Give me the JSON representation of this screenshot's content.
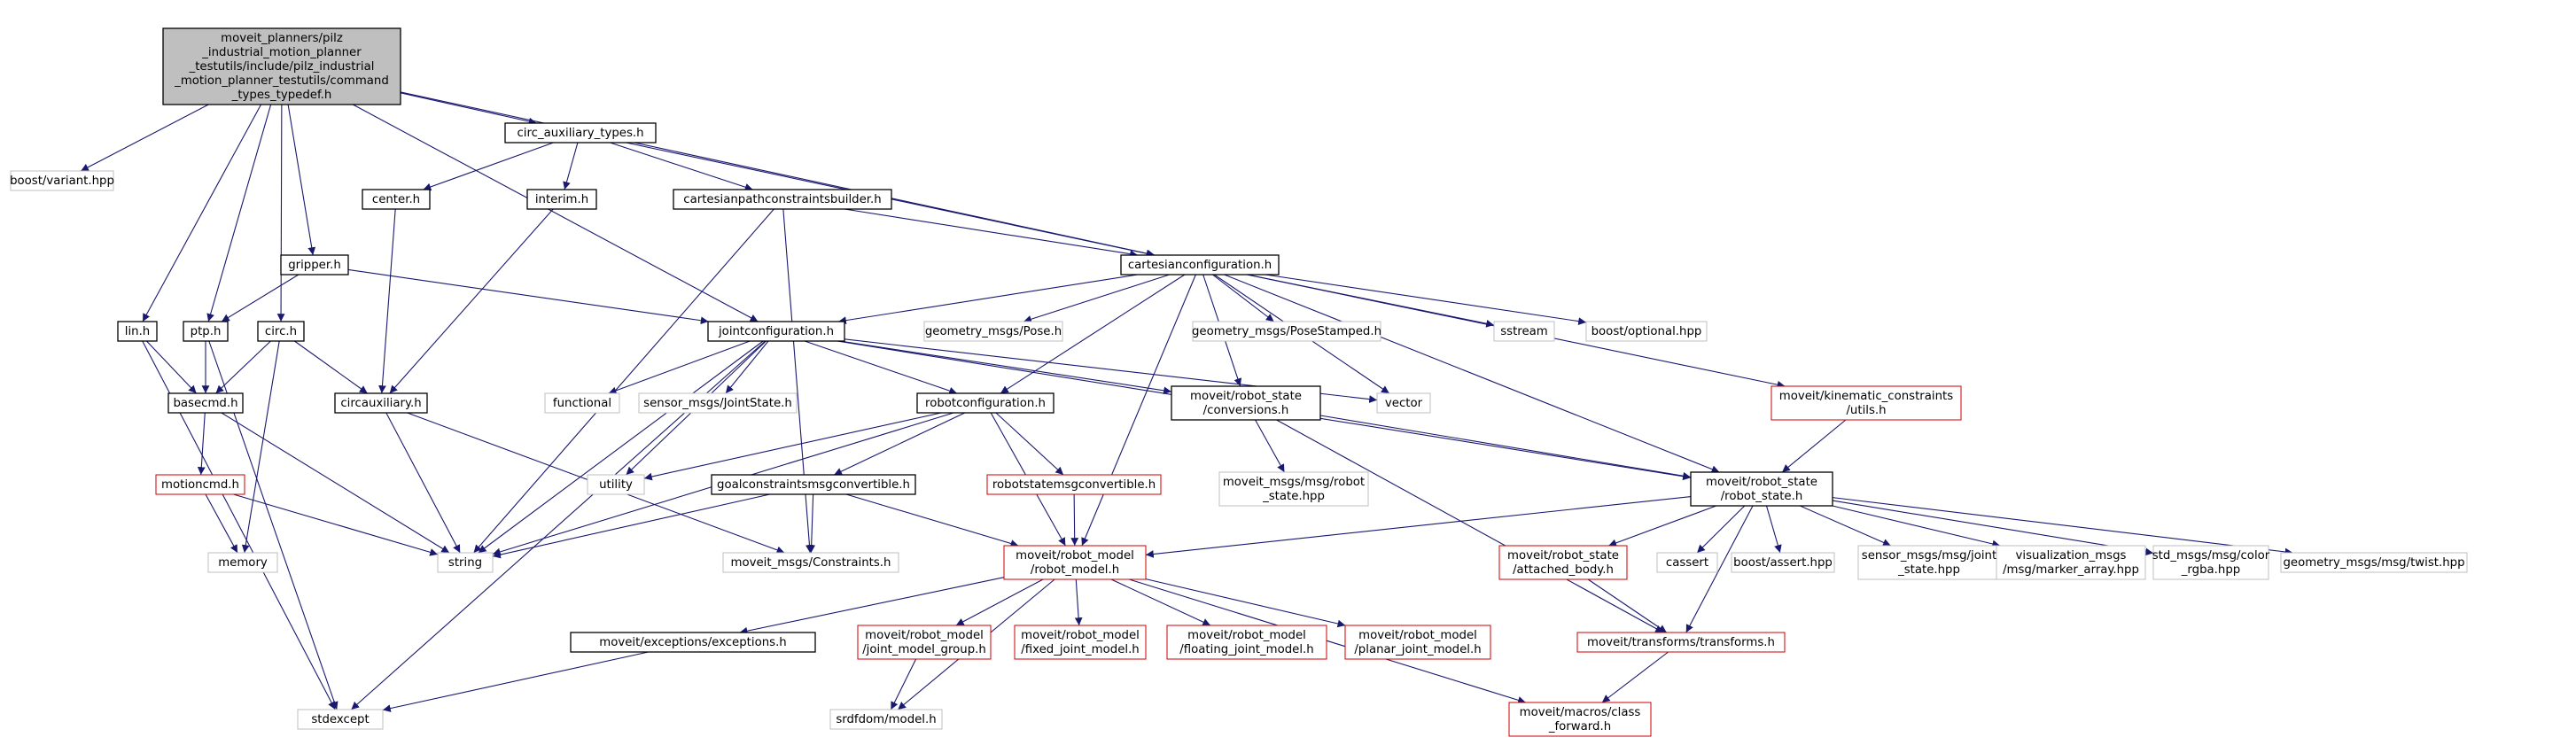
{
  "colors": {
    "edge": "#191970",
    "edge_alt": "#000000",
    "border_doc": "#000000",
    "border_missing": "#cc0000",
    "border_external": "#bfbfbf",
    "fill_root": "#bfbfbf",
    "fill_node": "#ffffff"
  },
  "nodes": [
    {
      "id": "root",
      "style": "root",
      "lines": [
        "moveit_planners/pilz",
        "_industrial_motion_planner",
        "_testutils/include/pilz_industrial",
        "_motion_planner_testutils/command",
        "_types_typedef.h"
      ]
    },
    {
      "id": "boost_variant",
      "style": "external",
      "lines": [
        "boost/variant.hpp"
      ]
    },
    {
      "id": "circ_aux_types",
      "style": "doc",
      "lines": [
        "circ_auxiliary_types.h"
      ]
    },
    {
      "id": "center",
      "style": "doc",
      "lines": [
        "center.h"
      ]
    },
    {
      "id": "interim",
      "style": "doc",
      "lines": [
        "interim.h"
      ]
    },
    {
      "id": "cartpathcb",
      "style": "doc",
      "lines": [
        "cartesianpathconstraintsbuilder.h"
      ]
    },
    {
      "id": "gripper",
      "style": "doc",
      "lines": [
        "gripper.h"
      ]
    },
    {
      "id": "cartconf",
      "style": "doc",
      "lines": [
        "cartesianconfiguration.h"
      ]
    },
    {
      "id": "lin",
      "style": "doc",
      "lines": [
        "lin.h"
      ]
    },
    {
      "id": "ptp",
      "style": "doc",
      "lines": [
        "ptp.h"
      ]
    },
    {
      "id": "circ",
      "style": "doc",
      "lines": [
        "circ.h"
      ]
    },
    {
      "id": "jointconf",
      "style": "doc",
      "lines": [
        "jointconfiguration.h"
      ]
    },
    {
      "id": "geo_pose",
      "style": "external",
      "lines": [
        "geometry_msgs/Pose.h"
      ]
    },
    {
      "id": "geo_posest",
      "style": "external",
      "lines": [
        "geometry_msgs/PoseStamped.h"
      ]
    },
    {
      "id": "sstream",
      "style": "external",
      "lines": [
        "sstream"
      ]
    },
    {
      "id": "boost_opt",
      "style": "external",
      "lines": [
        "boost/optional.hpp"
      ]
    },
    {
      "id": "basecmd",
      "style": "doc",
      "lines": [
        "basecmd.h"
      ]
    },
    {
      "id": "circaux",
      "style": "doc",
      "lines": [
        "circauxiliary.h"
      ]
    },
    {
      "id": "functional",
      "style": "external",
      "lines": [
        "functional"
      ]
    },
    {
      "id": "sensor_js",
      "style": "external",
      "lines": [
        "sensor_msgs/JointState.h"
      ]
    },
    {
      "id": "robotconf",
      "style": "doc",
      "lines": [
        "robotconfiguration.h"
      ]
    },
    {
      "id": "rs_conv",
      "style": "doc",
      "lines": [
        "moveit/robot_state",
        "/conversions.h"
      ]
    },
    {
      "id": "vector",
      "style": "external",
      "lines": [
        "vector"
      ]
    },
    {
      "id": "kin_utils",
      "style": "missing",
      "lines": [
        "moveit/kinematic_constraints",
        "/utils.h"
      ]
    },
    {
      "id": "motioncmd",
      "style": "missing",
      "lines": [
        "motioncmd.h"
      ]
    },
    {
      "id": "utility",
      "style": "external",
      "lines": [
        "utility"
      ]
    },
    {
      "id": "goalcmc",
      "style": "doc",
      "lines": [
        "goalconstraintsmsgconvertible.h"
      ]
    },
    {
      "id": "rsmc",
      "style": "missing",
      "lines": [
        "robotstatemsgconvertible.h"
      ]
    },
    {
      "id": "msg_robot_state",
      "style": "external",
      "lines": [
        "moveit_msgs/msg/robot",
        "_state.hpp"
      ]
    },
    {
      "id": "robot_state",
      "style": "doc",
      "lines": [
        "moveit/robot_state",
        "/robot_state.h"
      ]
    },
    {
      "id": "memory",
      "style": "external",
      "lines": [
        "memory"
      ]
    },
    {
      "id": "string",
      "style": "external",
      "lines": [
        "string"
      ]
    },
    {
      "id": "constraints",
      "style": "external",
      "lines": [
        "moveit_msgs/Constraints.h"
      ]
    },
    {
      "id": "robot_model",
      "style": "missing",
      "lines": [
        "moveit/robot_model",
        "/robot_model.h"
      ]
    },
    {
      "id": "attached_body",
      "style": "missing",
      "lines": [
        "moveit/robot_state",
        "/attached_body.h"
      ]
    },
    {
      "id": "cassert",
      "style": "external",
      "lines": [
        "cassert"
      ]
    },
    {
      "id": "boost_assert",
      "style": "external",
      "lines": [
        "boost/assert.hpp"
      ]
    },
    {
      "id": "sensor_js_hpp",
      "style": "external",
      "lines": [
        "sensor_msgs/msg/joint",
        "_state.hpp"
      ]
    },
    {
      "id": "vis_marker",
      "style": "external",
      "lines": [
        "visualization_msgs",
        "/msg/marker_array.hpp"
      ]
    },
    {
      "id": "color_rgba",
      "style": "external",
      "lines": [
        "std_msgs/msg/color",
        "_rgba.hpp"
      ]
    },
    {
      "id": "twist",
      "style": "external",
      "lines": [
        "geometry_msgs/msg/twist.hpp"
      ]
    },
    {
      "id": "exceptions",
      "style": "doc",
      "lines": [
        "moveit/exceptions/exceptions.h"
      ]
    },
    {
      "id": "jmg",
      "style": "missing",
      "lines": [
        "moveit/robot_model",
        "/joint_model_group.h"
      ]
    },
    {
      "id": "fixed_jm",
      "style": "missing",
      "lines": [
        "moveit/robot_model",
        "/fixed_joint_model.h"
      ]
    },
    {
      "id": "floating_jm",
      "style": "missing",
      "lines": [
        "moveit/robot_model",
        "/floating_joint_model.h"
      ]
    },
    {
      "id": "planar_jm",
      "style": "missing",
      "lines": [
        "moveit/robot_model",
        "/planar_joint_model.h"
      ]
    },
    {
      "id": "transforms",
      "style": "missing",
      "lines": [
        "moveit/transforms/transforms.h"
      ]
    },
    {
      "id": "stdexcept",
      "style": "external",
      "lines": [
        "stdexcept"
      ]
    },
    {
      "id": "srdf_model",
      "style": "external",
      "lines": [
        "srdfdom/model.h"
      ]
    },
    {
      "id": "class_forward",
      "style": "missing",
      "lines": [
        "moveit/macros/class",
        "_forward.h"
      ]
    }
  ],
  "edges": [
    [
      "root",
      "boost_variant"
    ],
    [
      "root",
      "circ_aux_types"
    ],
    [
      "root",
      "cartconf"
    ],
    [
      "root",
      "jointconf"
    ],
    [
      "root",
      "gripper"
    ],
    [
      "root",
      "lin"
    ],
    [
      "root",
      "ptp"
    ],
    [
      "root",
      "circ"
    ],
    [
      "circ_aux_types",
      "center"
    ],
    [
      "circ_aux_types",
      "interim"
    ],
    [
      "circ_aux_types",
      "cartpathcb"
    ],
    [
      "circ_aux_types",
      "cartconf"
    ],
    [
      "center",
      "circaux"
    ],
    [
      "interim",
      "circaux"
    ],
    [
      "cartpathcb",
      "cartconf"
    ],
    [
      "cartpathcb",
      "string"
    ],
    [
      "cartpathcb",
      "constraints"
    ],
    [
      "gripper",
      "jointconf"
    ],
    [
      "gripper",
      "ptp"
    ],
    [
      "cartconf",
      "jointconf"
    ],
    [
      "cartconf",
      "geo_pose"
    ],
    [
      "cartconf",
      "geo_posest"
    ],
    [
      "cartconf",
      "sstream"
    ],
    [
      "cartconf",
      "boost_opt"
    ],
    [
      "cartconf",
      "vector"
    ],
    [
      "cartconf",
      "kin_utils"
    ],
    [
      "cartconf",
      "robot_state"
    ],
    [
      "cartconf",
      "robotconf"
    ],
    [
      "cartconf",
      "rs_conv"
    ],
    [
      "cartconf",
      "robot_model"
    ],
    [
      "lin",
      "basecmd"
    ],
    [
      "lin",
      "stdexcept"
    ],
    [
      "ptp",
      "basecmd"
    ],
    [
      "ptp",
      "stdexcept"
    ],
    [
      "circ",
      "basecmd"
    ],
    [
      "circ",
      "circaux"
    ],
    [
      "circ",
      "memory"
    ],
    [
      "jointconf",
      "functional"
    ],
    [
      "jointconf",
      "sensor_js"
    ],
    [
      "jointconf",
      "robotconf"
    ],
    [
      "jointconf",
      "rs_conv"
    ],
    [
      "jointconf",
      "vector"
    ],
    [
      "jointconf",
      "robot_state"
    ],
    [
      "jointconf",
      "string"
    ],
    [
      "jointconf",
      "stdexcept"
    ],
    [
      "jointconf",
      "utility"
    ],
    [
      "basecmd",
      "motioncmd"
    ],
    [
      "basecmd",
      "string"
    ],
    [
      "motioncmd",
      "memory"
    ],
    [
      "motioncmd",
      "string"
    ],
    [
      "circaux",
      "string"
    ],
    [
      "circaux",
      "constraints"
    ],
    [
      "robotconf",
      "utility"
    ],
    [
      "robotconf",
      "goalcmc"
    ],
    [
      "robotconf",
      "rsmc"
    ],
    [
      "robotconf",
      "robot_model"
    ],
    [
      "robotconf",
      "string"
    ],
    [
      "goalcmc",
      "string"
    ],
    [
      "goalcmc",
      "constraints"
    ],
    [
      "goalcmc",
      "robot_model"
    ],
    [
      "rsmc",
      "robot_model"
    ],
    [
      "rs_conv",
      "msg_robot_state"
    ],
    [
      "rs_conv",
      "robot_state"
    ],
    [
      "rs_conv",
      "transforms"
    ],
    [
      "kin_utils",
      "robot_state"
    ],
    [
      "robot_state",
      "robot_model"
    ],
    [
      "robot_state",
      "attached_body"
    ],
    [
      "robot_state",
      "cassert"
    ],
    [
      "robot_state",
      "boost_assert"
    ],
    [
      "robot_state",
      "sensor_js_hpp"
    ],
    [
      "robot_state",
      "vis_marker"
    ],
    [
      "robot_state",
      "color_rgba"
    ],
    [
      "robot_state",
      "twist"
    ],
    [
      "robot_state",
      "transforms"
    ],
    [
      "attached_body",
      "transforms"
    ],
    [
      "robot_model",
      "exceptions"
    ],
    [
      "robot_model",
      "jmg"
    ],
    [
      "robot_model",
      "fixed_jm"
    ],
    [
      "robot_model",
      "floating_jm"
    ],
    [
      "robot_model",
      "planar_jm"
    ],
    [
      "robot_model",
      "srdf_model"
    ],
    [
      "robot_model",
      "class_forward"
    ],
    [
      "exceptions",
      "stdexcept"
    ],
    [
      "jmg",
      "srdf_model"
    ],
    [
      "transforms",
      "class_forward"
    ]
  ]
}
